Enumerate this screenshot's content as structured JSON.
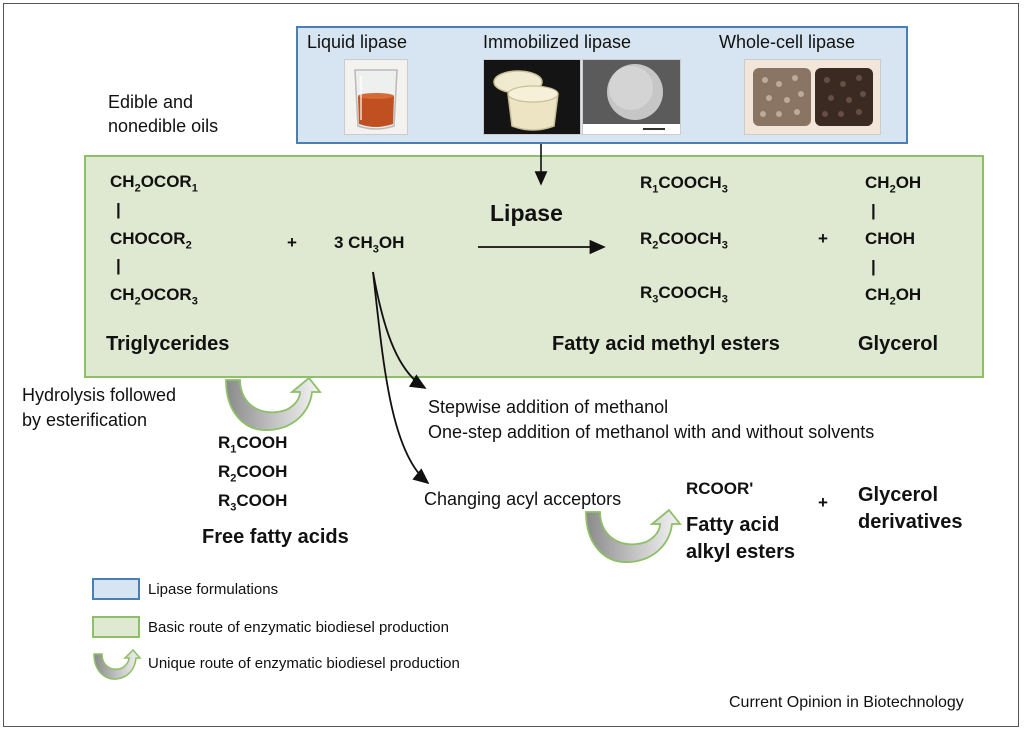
{
  "lipase_box": {
    "liquid": "Liquid lipase",
    "immobilized": "Immobilized lipase",
    "whole_cell": "Whole-cell lipase"
  },
  "oils_label": [
    "Edible and",
    "nonedible oils"
  ],
  "reaction": {
    "tg": [
      "CH",
      "2",
      "OCOR",
      "1"
    ],
    "tg2": [
      "CHOCOR",
      "2"
    ],
    "tg3": [
      "CH",
      "2",
      "OCOR",
      "3"
    ],
    "plus1": "+",
    "methanol": [
      "3 CH",
      "3",
      "OH"
    ],
    "enzyme": "Lipase",
    "fame1": [
      "R",
      "1",
      "COOCH",
      "3"
    ],
    "fame2": [
      "R",
      "2",
      "COOCH",
      "3"
    ],
    "fame3": [
      "R",
      "3",
      "COOCH",
      "3"
    ],
    "plus2": "+",
    "gly1": [
      "CH",
      "2",
      "OH"
    ],
    "gly2": "CHOH",
    "gly3": [
      "CH",
      "2",
      "OH"
    ],
    "tg_name": "Triglycerides",
    "fame_name": "Fatty acid methyl esters",
    "gly_name": "Glycerol"
  },
  "hydrolysis": [
    "Hydrolysis followed",
    "by esterification"
  ],
  "ffa": {
    "r1": [
      "R",
      "1",
      "COOH"
    ],
    "r2": [
      "R",
      "2",
      "COOH"
    ],
    "r3": [
      "R",
      "3",
      "COOH"
    ],
    "name": "Free fatty acids"
  },
  "methanol_routes": {
    "stepwise": "Stepwise addition of methanol",
    "onestep": "One-step addition of methanol with and without solvents",
    "acyl": "Changing acyl acceptors"
  },
  "alkyl": {
    "formula": "RCOOR'",
    "plus": "+",
    "name1": "Fatty acid",
    "name2": "alkyl esters",
    "gly1": "Glycerol",
    "gly2": "derivatives"
  },
  "legend": {
    "blue": "Lipase formulations",
    "green": "Basic route of enzymatic biodiesel production",
    "arrow": "Unique route of enzymatic biodiesel production"
  },
  "credit": "Current Opinion in Biotechnology",
  "colors": {
    "blue_fill": "#d7e5f2",
    "blue_border": "#4a7fb5",
    "green_fill": "#dfe8d0",
    "green_border": "#8dbf67"
  }
}
